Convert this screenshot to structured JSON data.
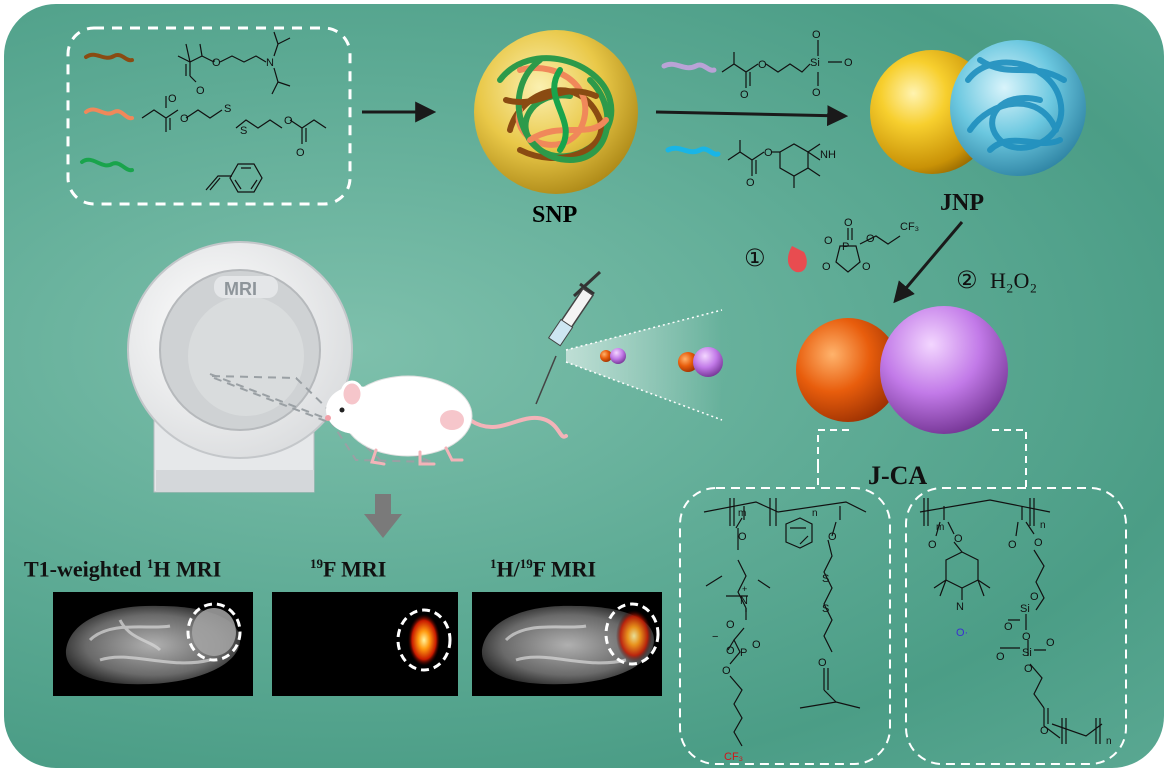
{
  "labels": {
    "snp": "SNP",
    "jnp": "JNP",
    "jca": "J-CA",
    "mri_machine": "MRI",
    "step1": "①",
    "step2": "②",
    "h2o2": "H₂O₂"
  },
  "captions": {
    "t1_pre": "T1-weighted ",
    "t1_sup": "1",
    "t1_post": "H MRI",
    "f19_sup": "19",
    "f19_post": "F MRI",
    "hf_sup1": "1",
    "hf_mid": "H/",
    "hf_sup2": "19",
    "hf_post": "F MRI"
  },
  "chem": {
    "n": "N",
    "s": "S",
    "o": "O",
    "si": "Si",
    "p": "P",
    "nh": "NH",
    "cf3": "CF₃",
    "m": "m",
    "n_sub": "n",
    "plus": "+",
    "minus": "−",
    "o_dot": "O·"
  },
  "colors": {
    "monomer1_line": "#8a4b12",
    "monomer2_line": "#f0885a",
    "monomer3_line": "#19a44c",
    "monomer4_line": "#b9a3d6",
    "monomer5_line": "#19b5e6",
    "sphere_gold": "#f2c21c",
    "sphere_orange": "#e2570e",
    "sphere_purple": "#b45ee0",
    "sphere_cyan": "#3fb6d6",
    "cf3_red": "#d2141a",
    "nitroxide_blue": "#3a30d0"
  }
}
